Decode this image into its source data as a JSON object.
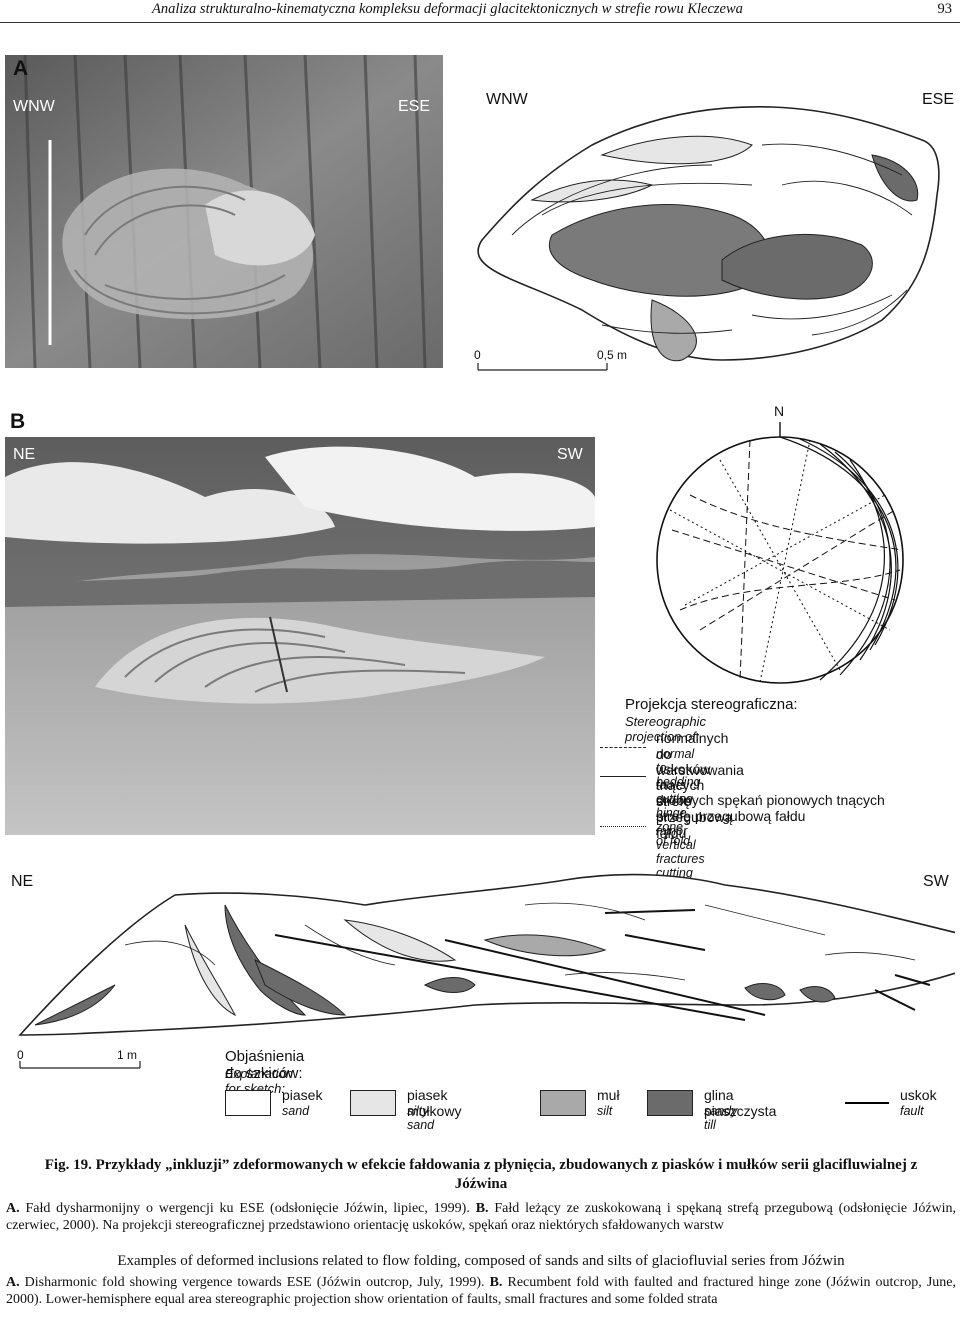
{
  "header": {
    "running_title": "Analiza strukturalno-kinematyczna kompleksu deformacji glacitektonicznych w strefie rowu Kleczewa",
    "page_number": "93"
  },
  "panel_a": {
    "label": "A",
    "photo": {
      "left_dir": "WNW",
      "right_dir": "ESE"
    },
    "sketch": {
      "left_dir": "WNW",
      "right_dir": "ESE",
      "scale_zero": "0",
      "scale_end": "0,5 m"
    }
  },
  "panel_b": {
    "label": "B",
    "photo": {
      "left_dir": "NE",
      "right_dir": "SW"
    },
    "stereonet": {
      "north": "N",
      "title_pl": "Projekcja stereograficzna:",
      "title_en": "Stereographic projection of:",
      "items": [
        {
          "style": "dashed",
          "pl": "normalnych do warstwowania",
          "en": "normal to bedding"
        },
        {
          "style": "solid",
          "pl": "uskoków tnących strefę przegubową fałdu",
          "en": "faults cutting hinge zone of fold"
        },
        {
          "style": "dotted",
          "pl": "drobnych spękań pionowych tnących strefę przegubową fałdu",
          "en": "minor vertical fractures cutting hinge zone of fold"
        }
      ]
    },
    "sketch": {
      "left_dir": "NE",
      "right_dir": "SW",
      "scale_zero": "0",
      "scale_end": "1 m"
    }
  },
  "legend": {
    "title_pl": "Objaśnienia do szkiców:",
    "title_en": "Explanation for sketch:",
    "items": [
      {
        "pl": "piasek",
        "en": "sand",
        "color": "#ffffff"
      },
      {
        "pl": "piasek mułkowy",
        "en": "silty sand",
        "color": "#e6e6e6"
      },
      {
        "pl": "muł",
        "en": "silt",
        "color": "#a9a9a9"
      },
      {
        "pl": "glina piaszczysta",
        "en": "sandy till",
        "color": "#6b6b6b"
      },
      {
        "pl": "uskok",
        "en": "fault",
        "color": "#000000"
      }
    ]
  },
  "caption": {
    "fig_title": "Fig. 19. Przykłady „inkluzji” zdeformowanych w efekcie fałdowania z płynięcia, zbudowanych z piasków i mułków serii glacifluwialnej z Jóźwina",
    "pl_a_label": "A.",
    "pl_a": "Fałd dysharmonijny o wergencji ku ESE (odsłonięcie Jóźwin, lipiec, 1999).",
    "pl_b_label": "B.",
    "pl_b": "Fałd leżący ze zuskokowaną i spękaną strefą przegubową (odsłonięcie Jóźwin, czerwiec, 2000). Na projekcji stereograficznej przedstawiono orientację uskoków, spękań oraz niektórych sfałdowanych warstw",
    "en_title": "Examples of deformed inclusions related to flow folding, composed of sands and silts of glaciofluvial series from Jóźwin",
    "en_a_label": "A.",
    "en_a": "Disharmonic fold showing vergence towards ESE (Jóźwin outcrop, July, 1999).",
    "en_b_label": "B.",
    "en_b": "Recumbent fold with faulted and fractured hinge zone (Jóźwin outcrop, June, 2000). Lower-hemisphere equal area stereographic projection show orientation of faults, small fractures and some folded strata"
  }
}
